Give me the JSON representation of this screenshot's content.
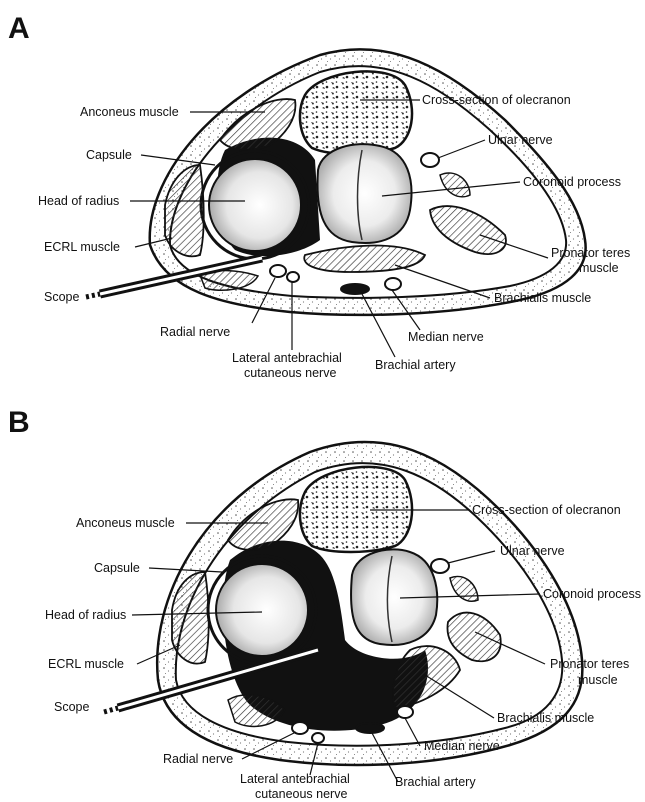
{
  "panel_a": {
    "letter": "A",
    "labels": {
      "anconeus": "Anconeus muscle",
      "olecranon": "Cross-section of olecranon",
      "capsule": "Capsule",
      "ulnar": "Ulnar nerve",
      "head_radius": "Head of radius",
      "coronoid": "Coronoid process",
      "ecrl": "ECRL muscle",
      "pronator_l1": "Pronator teres",
      "pronator_l2": "muscle",
      "scope": "Scope",
      "brachialis": "Brachialis muscle",
      "radial": "Radial nerve",
      "median": "Median nerve",
      "lat_l1": "Lateral antebrachial",
      "lat_l2": "cutaneous nerve",
      "brachial": "Brachial artery"
    }
  },
  "panel_b": {
    "letter": "B",
    "labels": {
      "olecranon": "Cross-section of olecranon",
      "anconeus": "Anconeus muscle",
      "ulnar": "Ulnar nerve",
      "capsule": "Capsule",
      "coronoid": "Coronoid process",
      "head_radius": "Head of radius",
      "ecrl": "ECRL muscle",
      "pronator_l1": "Pronator teres",
      "pronator_l2": "muscle",
      "scope": "Scope",
      "brachialis": "Brachialis muscle",
      "median": "Median nerve",
      "radial": "Radial nerve",
      "lat_l1": "Lateral antebrachial",
      "lat_l2": "cutaneous nerve",
      "brachial": "Brachial artery"
    }
  }
}
